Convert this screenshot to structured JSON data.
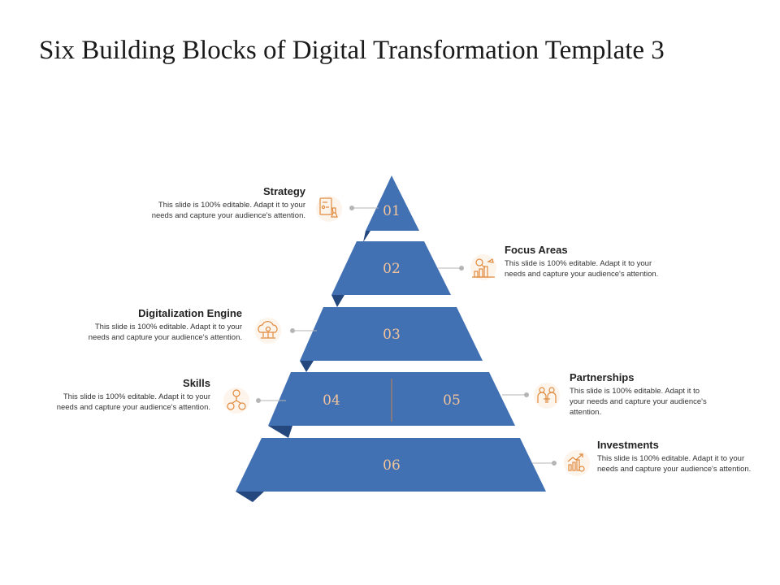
{
  "title": "Six Building Blocks of Digital Transformation Template 3",
  "colors": {
    "block": "#4170b3",
    "fold": "#24477e",
    "number": "#f2c49b",
    "icon": "#e08a3c",
    "connector": "#b5b5b5",
    "divider": "#c8824a"
  },
  "blocks": {
    "b01": "01",
    "b02": "02",
    "b03": "03",
    "b04": "04",
    "b05": "05",
    "b06": "06"
  },
  "items": [
    {
      "heading": "Strategy",
      "description": "This slide is 100% editable.  Adapt it to your needs and capture your audience's attention.",
      "icon": "strategy-icon"
    },
    {
      "heading": "Focus Areas",
      "description": "This slide is 100% editable.  Adapt it to your needs and capture your audience's attention.",
      "icon": "focus-areas-icon"
    },
    {
      "heading": "Digitalization Engine",
      "description": "This slide is 100% editable.  Adapt it to your needs and capture your audience's attention.",
      "icon": "digitalization-engine-icon"
    },
    {
      "heading": "Skills",
      "description": "This slide is 100% editable.  Adapt it to your needs and capture your audience's attention.",
      "icon": "skills-icon"
    },
    {
      "heading": "Partnerships",
      "description": "This slide is 100% editable.  Adapt it to your needs and capture your audience's attention.",
      "icon": "partnerships-icon"
    },
    {
      "heading": "Investments",
      "description": "This slide is 100% editable.  Adapt it to your needs and capture your audience's attention.",
      "icon": "investments-icon"
    }
  ]
}
